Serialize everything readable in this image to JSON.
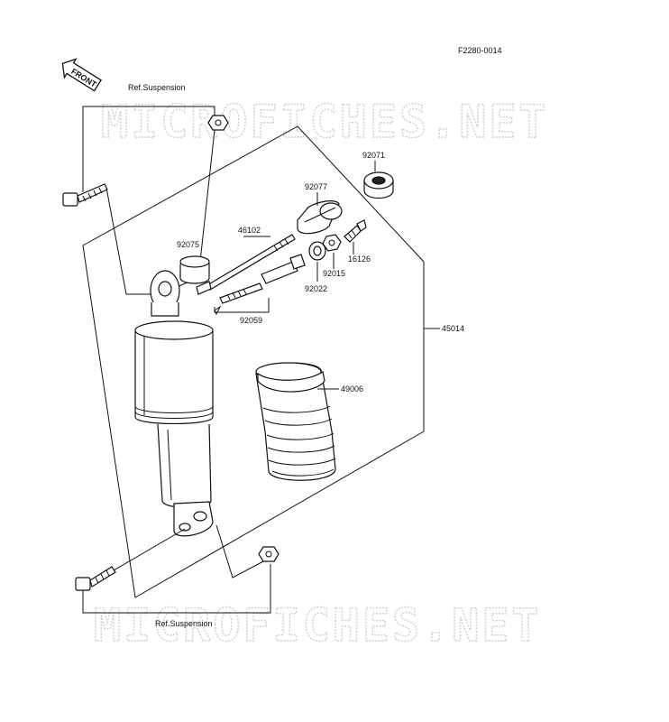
{
  "diagram": {
    "code": "F2280-0014",
    "front_label": "FRONT",
    "watermark": "MICROFICHES.NET",
    "ref_top": "Ref.Suspension",
    "ref_bottom": "Ref.Suspension",
    "parts": {
      "p92071": "92071",
      "p92077": "92077",
      "p46102": "46102",
      "p92075": "92075",
      "p92015": "92015",
      "p16126": "16126",
      "p92022": "92022",
      "p92059": "92059",
      "p45014": "45014",
      "p49006": "49006"
    }
  }
}
